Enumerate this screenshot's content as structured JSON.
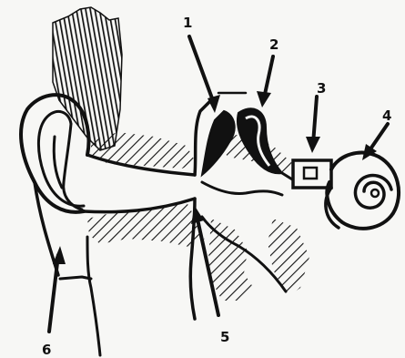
{
  "diagram": {
    "labels": [
      {
        "id": "label-1",
        "text": "1"
      },
      {
        "id": "label-2",
        "text": "2"
      },
      {
        "id": "label-3",
        "text": "3"
      },
      {
        "id": "label-4",
        "text": "4"
      },
      {
        "id": "label-5",
        "text": "5"
      },
      {
        "id": "label-6",
        "text": "6"
      }
    ],
    "colors": {
      "ink": "#111111",
      "paper": "#f7f7f5"
    }
  }
}
